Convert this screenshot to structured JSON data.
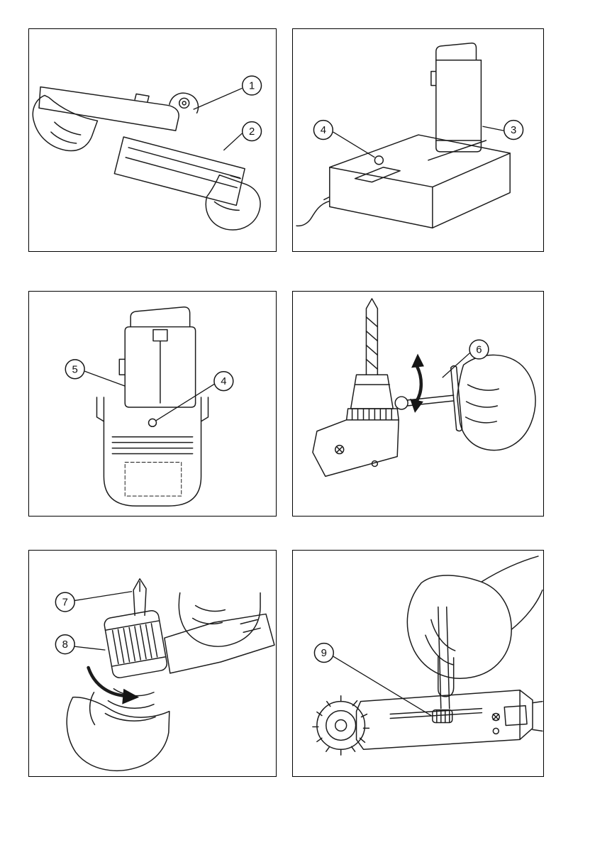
{
  "colors": {
    "background": "#ffffff",
    "line": "#1c1c1c",
    "panel_border": "#000000"
  },
  "panels": [
    {
      "name": "battery-removal-figure",
      "callouts": [
        {
          "label": "1"
        },
        {
          "label": "2"
        }
      ]
    },
    {
      "name": "battery-charger-figure",
      "callouts": [
        {
          "label": "4"
        },
        {
          "label": "3"
        }
      ]
    },
    {
      "name": "battery-insertion-figure",
      "callouts": [
        {
          "label": "5"
        },
        {
          "label": "4"
        }
      ]
    },
    {
      "name": "chuck-key-figure",
      "callouts": [
        {
          "label": "6"
        }
      ]
    },
    {
      "name": "keyless-chuck-figure",
      "callouts": [
        {
          "label": "7"
        },
        {
          "label": "8"
        }
      ]
    },
    {
      "name": "bit-holder-figure",
      "callouts": [
        {
          "label": "9"
        }
      ]
    }
  ]
}
